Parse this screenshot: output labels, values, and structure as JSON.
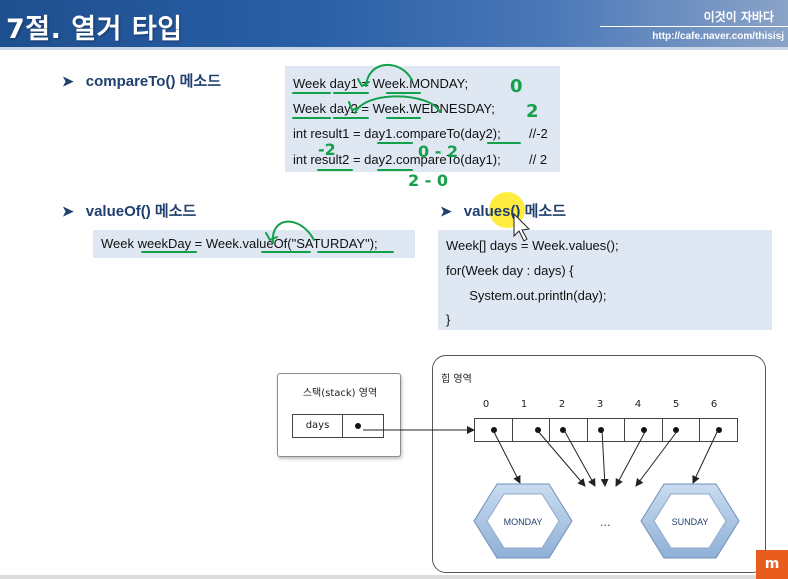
{
  "header": {
    "title": "7절. 열거 타입",
    "brand": "이것이 자바다",
    "url": "http://cafe.naver.com/thisisj"
  },
  "sections": {
    "compare_to": {
      "heading": "compareTo() 메소드",
      "lines": [
        "Week day1 = Week.MONDAY;",
        "Week day2 = Week.WEDNESDAY;",
        "int result1 = day1.compareTo(day2);",
        "int result2 = day2.compareTo(day1);"
      ],
      "comments": [
        "//-2",
        "// 2"
      ],
      "annotations": {
        "day1_ordinal": "0",
        "day2_ordinal": "2",
        "result1_value": "-2",
        "result1_expr": "0 - 2",
        "result2_expr": "2 - 0"
      }
    },
    "value_of": {
      "heading": "valueOf() 메소드",
      "line": "Week weekDay = Week.valueOf(\"SATURDAY\");"
    },
    "values": {
      "heading": "values() 메소드",
      "lines": [
        "Week[] days = Week.values();",
        "for(Week day : days) {",
        "  System.out.println(day);",
        "}"
      ]
    }
  },
  "diagram": {
    "stack_label": "스택(stack) 영역",
    "stack_var": "days",
    "heap_label": "힙 영역",
    "indices": [
      "0",
      "1",
      "2",
      "3",
      "4",
      "5",
      "6"
    ],
    "first_value": "MONDAY",
    "last_value": "SUNDAY",
    "ellipsis": "..."
  },
  "colors": {
    "header_blue": "#2a5fa6",
    "heading": "#1f3f6e",
    "code_bg": "#dfe7f3",
    "annotation_green": "#13a04a",
    "hex_fill": "#a9c2e0"
  },
  "logo": "m"
}
